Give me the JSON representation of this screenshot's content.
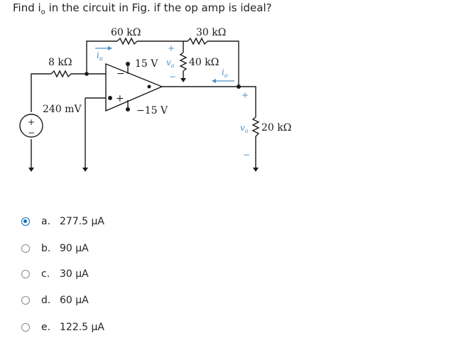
{
  "question": {
    "prefix": "Find i",
    "subscript": "o",
    "suffix": " in the circuit in Fig. if the op amp is ideal?"
  },
  "circuit": {
    "r_60k": "60 kΩ",
    "r_30k": "30 kΩ",
    "r_8k": "8 kΩ",
    "r_40k": "40 kΩ",
    "r_20k": "20 kΩ",
    "source": "240 mV",
    "vpos": "15 V",
    "vneg": "−15 V",
    "ia": "i",
    "ia_sub": "a",
    "io": "i",
    "io_sub": "o",
    "va": "v",
    "va_sub": "a",
    "vo": "v",
    "vo_sub": "o",
    "plus": "+",
    "minus": "−"
  },
  "options": [
    {
      "letter": "a.",
      "text": "277.5 μA",
      "selected": true
    },
    {
      "letter": "b.",
      "text": "90 μA",
      "selected": false
    },
    {
      "letter": "c.",
      "text": "30 μA",
      "selected": false
    },
    {
      "letter": "d.",
      "text": "60 μA",
      "selected": false
    },
    {
      "letter": "e.",
      "text": "122.5 μA",
      "selected": false
    }
  ],
  "colors": {
    "accent": "#0f6cbf",
    "current_arrow": "#4a8fc7"
  }
}
